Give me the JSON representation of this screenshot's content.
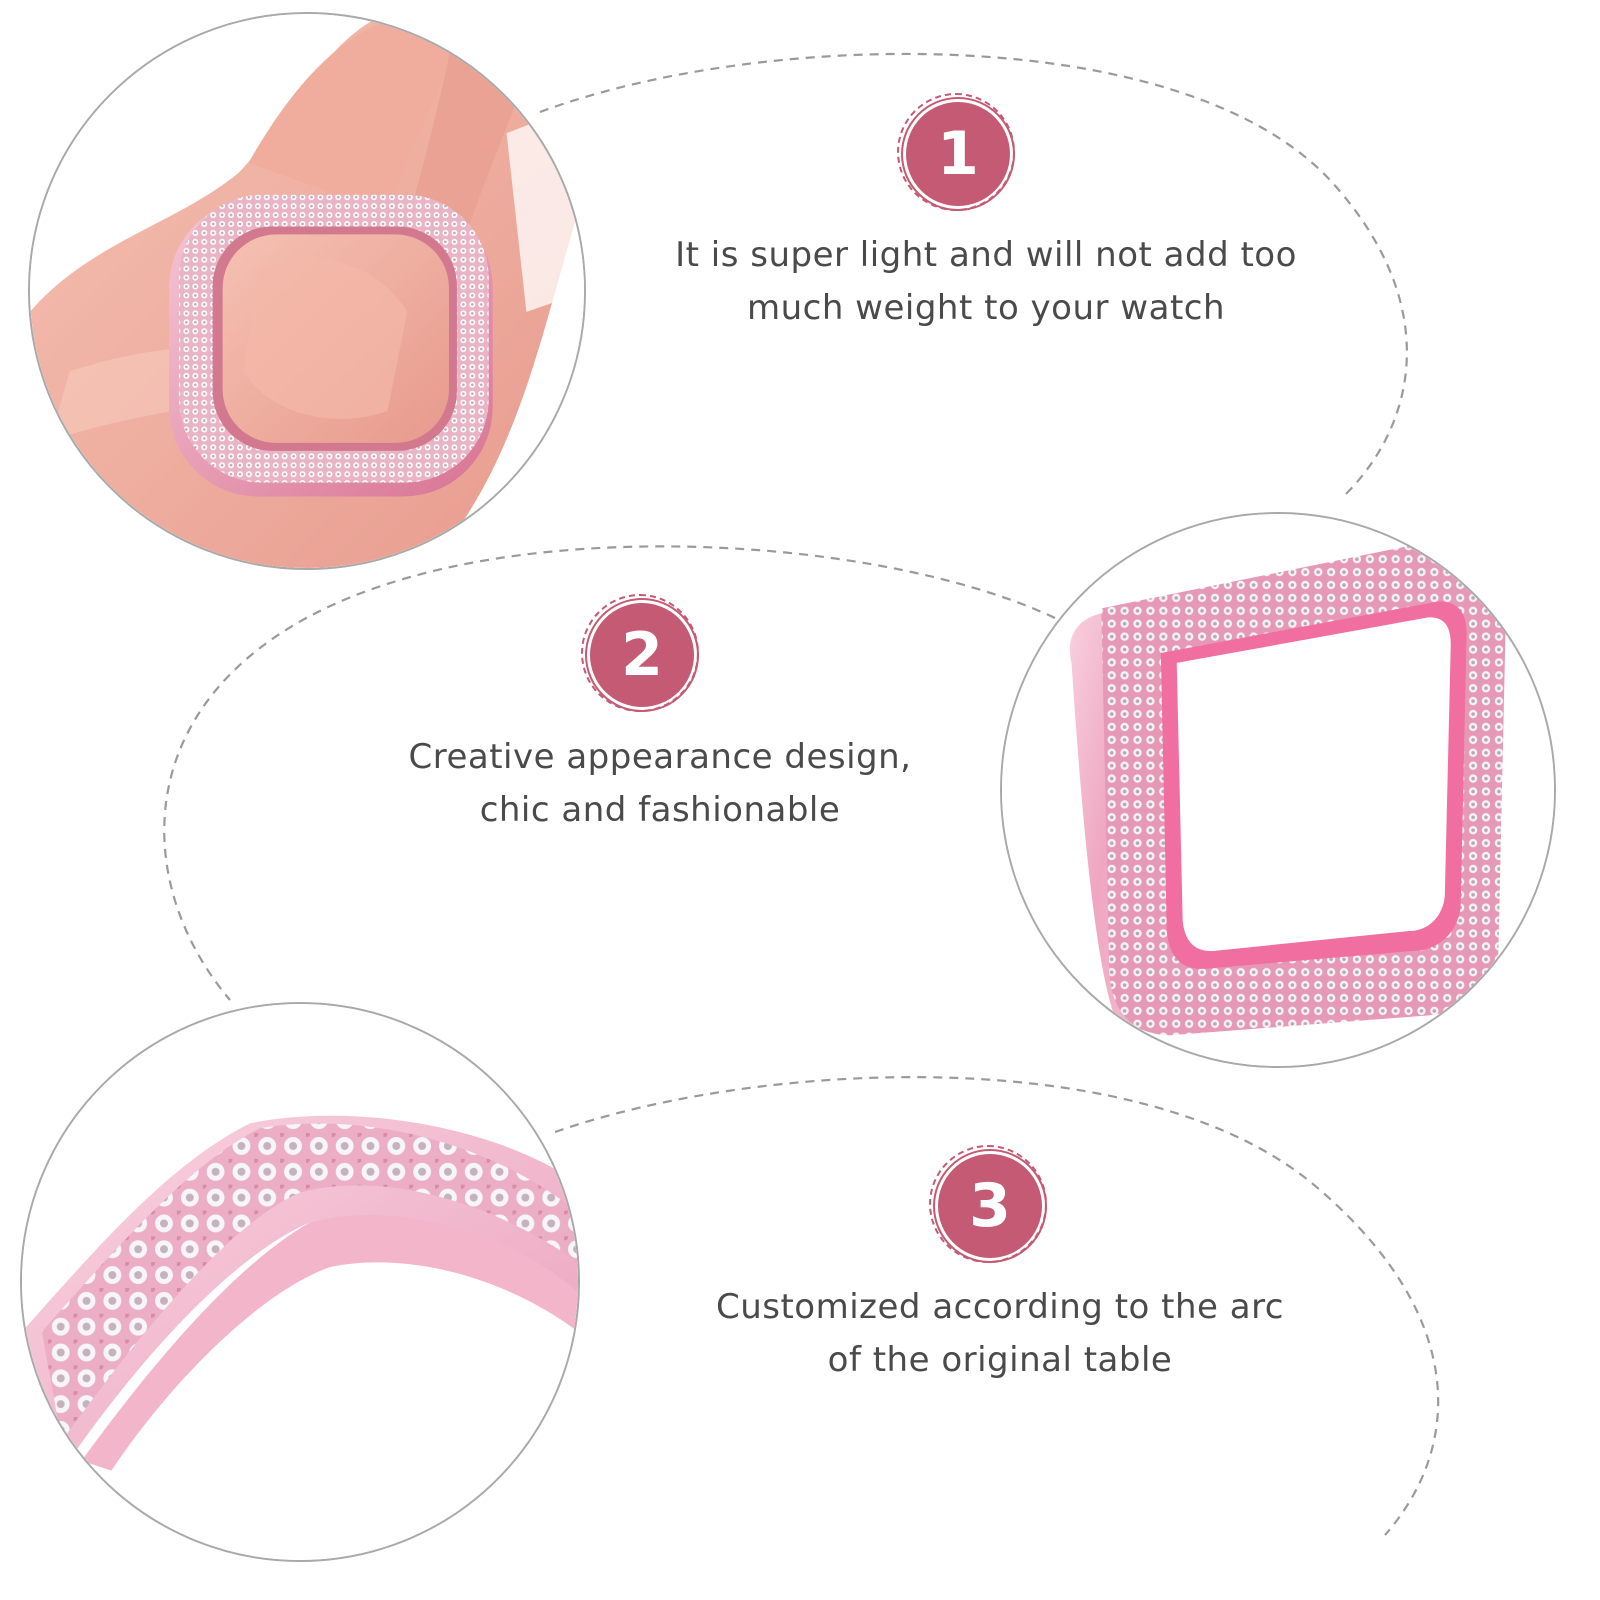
{
  "colors": {
    "badge": "#c45a73",
    "caption_text": "#4a4a4a",
    "dashed_line": "#9a9a9a",
    "circle_border": "#a9a9a9",
    "case_pink": "#f0a9c4",
    "skin": "#f3b6a7"
  },
  "features": [
    {
      "number": "1",
      "line1": "It is super light and will not add too",
      "line2": "much weight to your watch"
    },
    {
      "number": "2",
      "line1": "Creative appearance design,",
      "line2": "chic and fashionable"
    },
    {
      "number": "3",
      "line1": "Customized according to the arc",
      "line2": "of the original table"
    }
  ],
  "photos": [
    {
      "subject": "hand-holding-case-photo"
    },
    {
      "subject": "case-angle-photo"
    },
    {
      "subject": "case-closeup-photo"
    }
  ]
}
